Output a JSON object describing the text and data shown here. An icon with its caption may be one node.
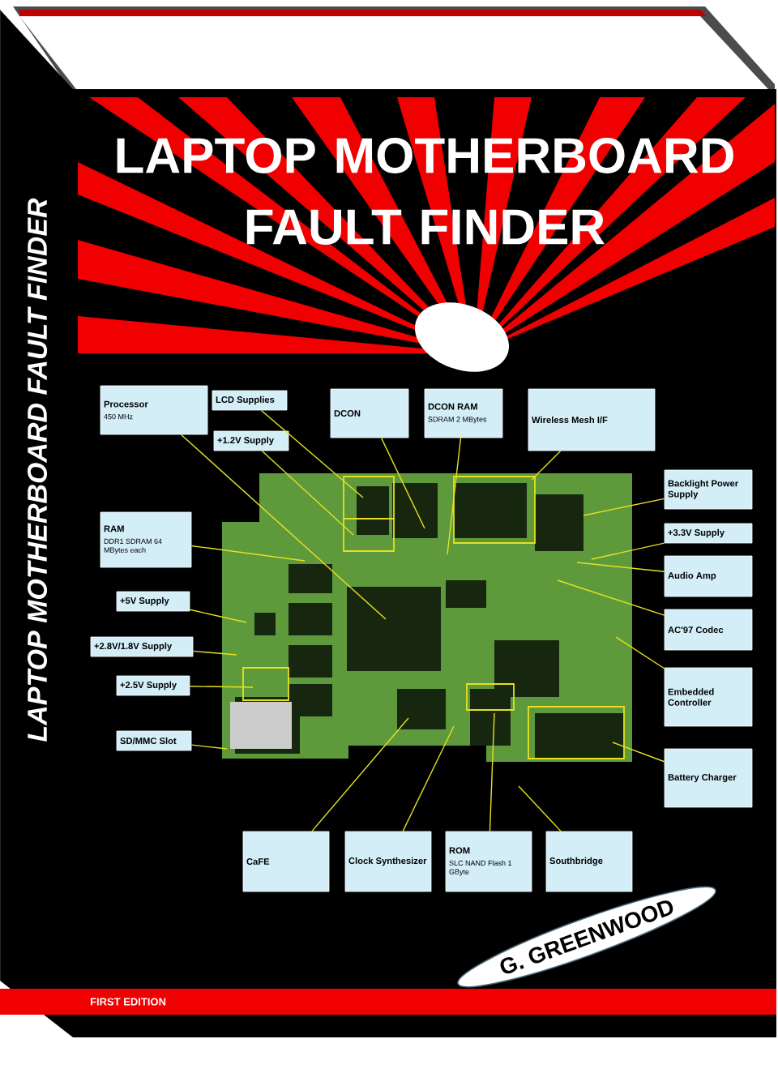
{
  "diagram": {
    "title": "LAPTOP MOTHERBOARD FAULT FINDER",
    "nodes": [
      {
        "text": [
          "Processor",
          "450 MHz"
        ]
      },
      {
        "text": [
          "LCD Supplies"
        ]
      },
      {
        "text": [
          "+1.2V Supply"
        ]
      },
      {
        "text": [
          "DCON"
        ]
      },
      {
        "text": [
          "DCON RAM",
          "SDRAM 2 MBytes"
        ]
      },
      {
        "text": [
          "Wireless Mesh I/F"
        ]
      },
      {
        "text": [
          "RAM",
          "DDR1 SDRAM 64 MBytes each"
        ]
      },
      {
        "text": [
          "+5V Supply"
        ]
      },
      {
        "text": [
          "+2.8V/1.8V Supply"
        ]
      },
      {
        "text": [
          "+2.5V Supply"
        ]
      },
      {
        "text": [
          "SD/MMC Slot"
        ]
      },
      {
        "text": [
          "Backlight Power Supply"
        ]
      },
      {
        "text": [
          "+3.3V Supply"
        ]
      },
      {
        "text": [
          "Audio Amp"
        ]
      },
      {
        "text": [
          "AC'97 Codec"
        ]
      },
      {
        "text": [
          "Embedded Controller"
        ]
      },
      {
        "text": [
          "Battery Charger"
        ]
      },
      {
        "text": [
          "CaFE"
        ]
      },
      {
        "text": [
          "Clock Synthesizer"
        ]
      },
      {
        "text": [
          "ROM",
          "SLC NAND Flash 1 GByte"
        ]
      },
      {
        "text": [
          "Southbridge"
        ]
      },
      {
        "text": [
          "G. GREENWOOD"
        ]
      }
    ],
    "edges": [
      {
        "from": 0,
        "to": null,
        "arrow": "none"
      },
      {
        "from": 1,
        "to": null,
        "arrow": "none"
      },
      {
        "from": 2,
        "to": null,
        "arrow": "none"
      },
      {
        "from": 3,
        "to": null,
        "arrow": "none"
      },
      {
        "from": 4,
        "to": null,
        "arrow": "none"
      },
      {
        "from": 5,
        "to": null,
        "arrow": "none"
      },
      {
        "from": 6,
        "to": null,
        "arrow": "none"
      },
      {
        "from": 7,
        "to": null,
        "arrow": "none"
      },
      {
        "from": 8,
        "to": null,
        "arrow": "none"
      },
      {
        "from": 9,
        "to": null,
        "arrow": "none"
      },
      {
        "from": 10,
        "to": null,
        "arrow": "none"
      },
      {
        "from": 11,
        "to": null,
        "arrow": "none"
      },
      {
        "from": 12,
        "to": null,
        "arrow": "none"
      },
      {
        "from": 13,
        "to": null,
        "arrow": "none"
      },
      {
        "from": 14,
        "to": null,
        "arrow": "none"
      },
      {
        "from": 15,
        "to": null,
        "arrow": "none"
      },
      {
        "from": 16,
        "to": null,
        "arrow": "none"
      },
      {
        "from": 17,
        "to": null,
        "arrow": "none"
      },
      {
        "from": 18,
        "to": null,
        "arrow": "none"
      },
      {
        "from": 19,
        "to": null,
        "arrow": "none"
      },
      {
        "from": 20,
        "to": null,
        "arrow": "none"
      }
    ],
    "labels": [
      "LAPTOP MOTHERBOARD FAULT FINDER",
      "FIRST EDITION"
    ]
  }
}
